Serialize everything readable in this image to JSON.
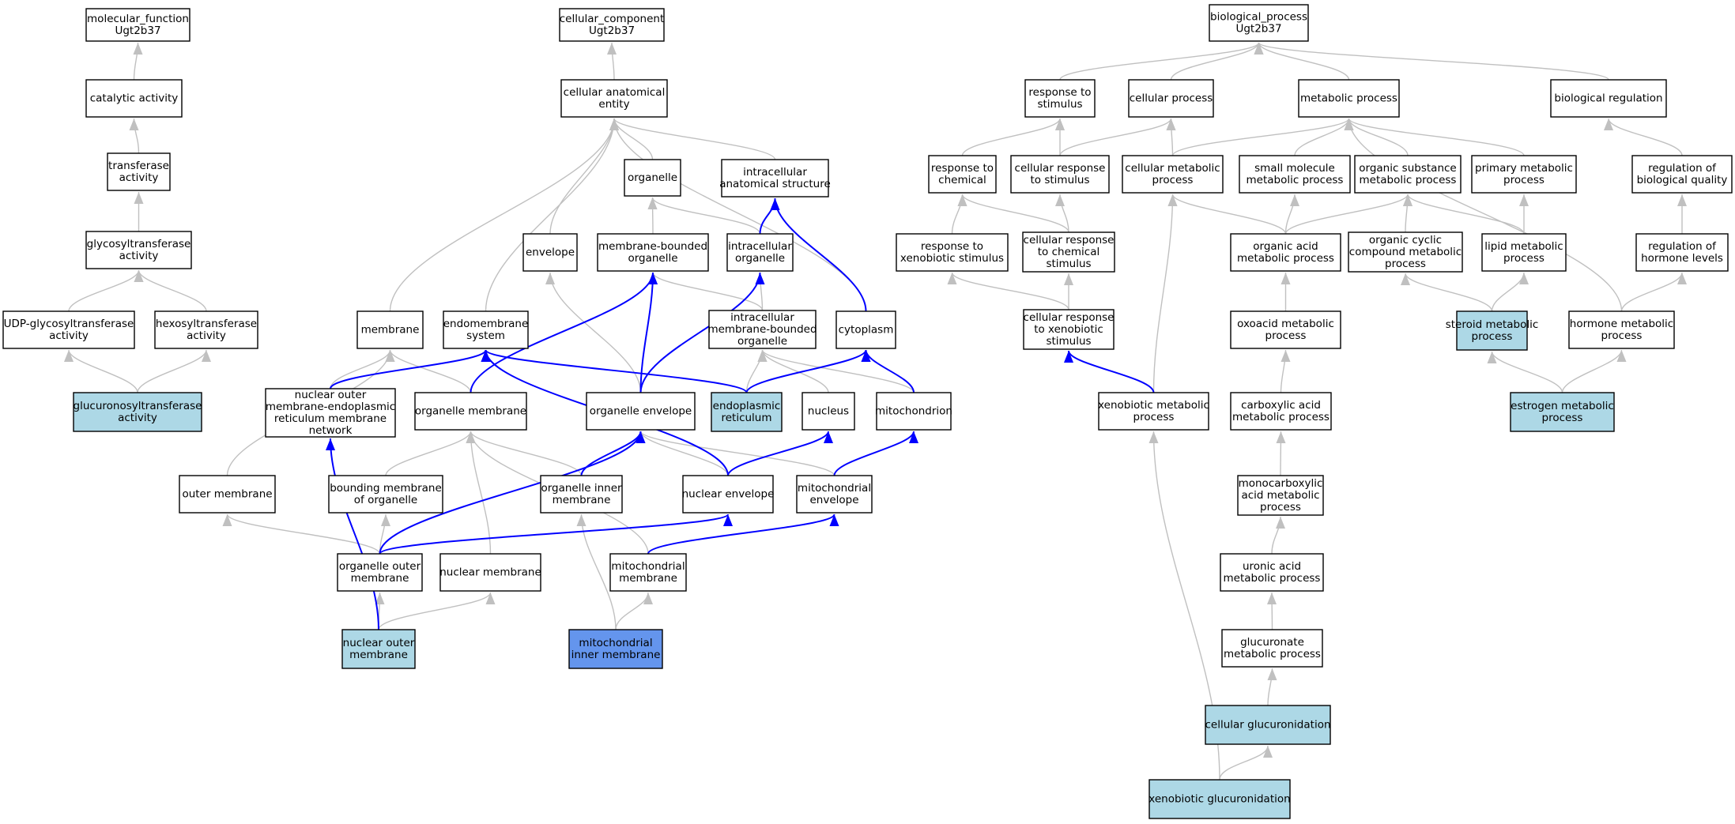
{
  "colors": {
    "node_default": "#ffffff",
    "node_highlight": "#add8e6",
    "node_focus": "#6495ed",
    "edge_default": "#c0c0c0",
    "edge_highlight": "#0000ff",
    "border": "#000000"
  },
  "nodes": {
    "mf_root": {
      "lines": [
        "molecular_function",
        "Ugt2b37"
      ],
      "fill": "default"
    },
    "catalytic": {
      "lines": [
        "catalytic activity"
      ],
      "fill": "default"
    },
    "transferase": {
      "lines": [
        "transferase",
        "activity"
      ],
      "fill": "default"
    },
    "glycosyltransferase": {
      "lines": [
        "glycosyltransferase",
        "activity"
      ],
      "fill": "default"
    },
    "udp_glycosyl": {
      "lines": [
        "UDP-glycosyltransferase",
        "activity"
      ],
      "fill": "default"
    },
    "hexosyl": {
      "lines": [
        "hexosyltransferase",
        "activity"
      ],
      "fill": "default"
    },
    "glucuronosyl": {
      "lines": [
        "glucuronosyltransferase",
        "activity"
      ],
      "fill": "highlight"
    },
    "cc_root": {
      "lines": [
        "cellular_component",
        "Ugt2b37"
      ],
      "fill": "default"
    },
    "cae": {
      "lines": [
        "cellular anatomical",
        "entity"
      ],
      "fill": "default"
    },
    "organelle": {
      "lines": [
        "organelle"
      ],
      "fill": "default"
    },
    "ias": {
      "lines": [
        "intracellular",
        "anatomical structure"
      ],
      "fill": "default"
    },
    "envelope": {
      "lines": [
        "envelope"
      ],
      "fill": "default"
    },
    "mbo": {
      "lines": [
        "membrane-bounded",
        "organelle"
      ],
      "fill": "default"
    },
    "io": {
      "lines": [
        "intracellular",
        "organelle"
      ],
      "fill": "default"
    },
    "membrane": {
      "lines": [
        "membrane"
      ],
      "fill": "default"
    },
    "endomembrane": {
      "lines": [
        "endomembrane",
        "system"
      ],
      "fill": "default"
    },
    "imbo": {
      "lines": [
        "intracellular",
        "membrane-bounded",
        "organelle"
      ],
      "fill": "default"
    },
    "cytoplasm": {
      "lines": [
        "cytoplasm"
      ],
      "fill": "default"
    },
    "nomer": {
      "lines": [
        "nuclear outer",
        "membrane-endoplasmic",
        "reticulum membrane",
        "network"
      ],
      "fill": "default"
    },
    "organelle_membrane": {
      "lines": [
        "organelle membrane"
      ],
      "fill": "default"
    },
    "organelle_envelope": {
      "lines": [
        "organelle envelope"
      ],
      "fill": "default"
    },
    "er": {
      "lines": [
        "endoplasmic",
        "reticulum"
      ],
      "fill": "highlight"
    },
    "nucleus": {
      "lines": [
        "nucleus"
      ],
      "fill": "default"
    },
    "mitochondrion": {
      "lines": [
        "mitochondrion"
      ],
      "fill": "default"
    },
    "outer_membrane": {
      "lines": [
        "outer membrane"
      ],
      "fill": "default"
    },
    "bmo": {
      "lines": [
        "bounding membrane",
        "of organelle"
      ],
      "fill": "default"
    },
    "oim": {
      "lines": [
        "organelle inner",
        "membrane"
      ],
      "fill": "default"
    },
    "nuclear_envelope": {
      "lines": [
        "nuclear envelope"
      ],
      "fill": "default"
    },
    "mito_envelope": {
      "lines": [
        "mitochondrial",
        "envelope"
      ],
      "fill": "default"
    },
    "oom": {
      "lines": [
        "organelle outer",
        "membrane"
      ],
      "fill": "default"
    },
    "nuclear_membrane": {
      "lines": [
        "nuclear membrane"
      ],
      "fill": "default"
    },
    "mito_membrane": {
      "lines": [
        "mitochondrial",
        "membrane"
      ],
      "fill": "default"
    },
    "nom": {
      "lines": [
        "nuclear outer",
        "membrane"
      ],
      "fill": "highlight"
    },
    "mim": {
      "lines": [
        "mitochondrial",
        "inner membrane"
      ],
      "fill": "focus"
    },
    "bp_root": {
      "lines": [
        "biological_process",
        "Ugt2b37"
      ],
      "fill": "default"
    },
    "resp_stim": {
      "lines": [
        "response to",
        "stimulus"
      ],
      "fill": "default"
    },
    "cell_proc": {
      "lines": [
        "cellular process"
      ],
      "fill": "default"
    },
    "met_proc": {
      "lines": [
        "metabolic process"
      ],
      "fill": "default"
    },
    "bio_reg": {
      "lines": [
        "biological regulation"
      ],
      "fill": "default"
    },
    "resp_chem": {
      "lines": [
        "response to",
        "chemical"
      ],
      "fill": "default"
    },
    "cell_resp_stim": {
      "lines": [
        "cellular response",
        "to stimulus"
      ],
      "fill": "default"
    },
    "cell_met": {
      "lines": [
        "cellular metabolic",
        "process"
      ],
      "fill": "default"
    },
    "small_mol": {
      "lines": [
        "small molecule",
        "metabolic process"
      ],
      "fill": "default"
    },
    "org_sub": {
      "lines": [
        "organic substance",
        "metabolic process"
      ],
      "fill": "default"
    },
    "prim_met": {
      "lines": [
        "primary metabolic",
        "process"
      ],
      "fill": "default"
    },
    "reg_bq": {
      "lines": [
        "regulation of",
        "biological quality"
      ],
      "fill": "default"
    },
    "resp_xeno": {
      "lines": [
        "response to",
        "xenobiotic stimulus"
      ],
      "fill": "default"
    },
    "cell_resp_chem": {
      "lines": [
        "cellular response",
        "to chemical",
        "stimulus"
      ],
      "fill": "default"
    },
    "org_acid": {
      "lines": [
        "organic acid",
        "metabolic process"
      ],
      "fill": "default"
    },
    "org_cyclic": {
      "lines": [
        "organic cyclic",
        "compound metabolic",
        "process"
      ],
      "fill": "default"
    },
    "lipid_met": {
      "lines": [
        "lipid metabolic",
        "process"
      ],
      "fill": "default"
    },
    "reg_hormone": {
      "lines": [
        "regulation of",
        "hormone levels"
      ],
      "fill": "default"
    },
    "cell_resp_xeno": {
      "lines": [
        "cellular response",
        "to xenobiotic",
        "stimulus"
      ],
      "fill": "default"
    },
    "oxoacid": {
      "lines": [
        "oxoacid metabolic",
        "process"
      ],
      "fill": "default"
    },
    "steroid": {
      "lines": [
        "steroid metabolic",
        "process"
      ],
      "fill": "highlight"
    },
    "hormone_met": {
      "lines": [
        "hormone metabolic",
        "process"
      ],
      "fill": "default"
    },
    "xeno_met": {
      "lines": [
        "xenobiotic metabolic",
        "process"
      ],
      "fill": "default"
    },
    "carbox": {
      "lines": [
        "carboxylic acid",
        "metabolic process"
      ],
      "fill": "default"
    },
    "estrogen": {
      "lines": [
        "estrogen metabolic",
        "process"
      ],
      "fill": "highlight"
    },
    "monocarbox": {
      "lines": [
        "monocarboxylic",
        "acid metabolic",
        "process"
      ],
      "fill": "default"
    },
    "uronic": {
      "lines": [
        "uronic acid",
        "metabolic process"
      ],
      "fill": "default"
    },
    "glucuronate": {
      "lines": [
        "glucuronate",
        "metabolic process"
      ],
      "fill": "default"
    },
    "cell_gluc": {
      "lines": [
        "cellular glucuronidation"
      ],
      "fill": "highlight"
    },
    "xeno_gluc": {
      "lines": [
        "xenobiotic glucuronidation"
      ],
      "fill": "highlight"
    }
  }
}
